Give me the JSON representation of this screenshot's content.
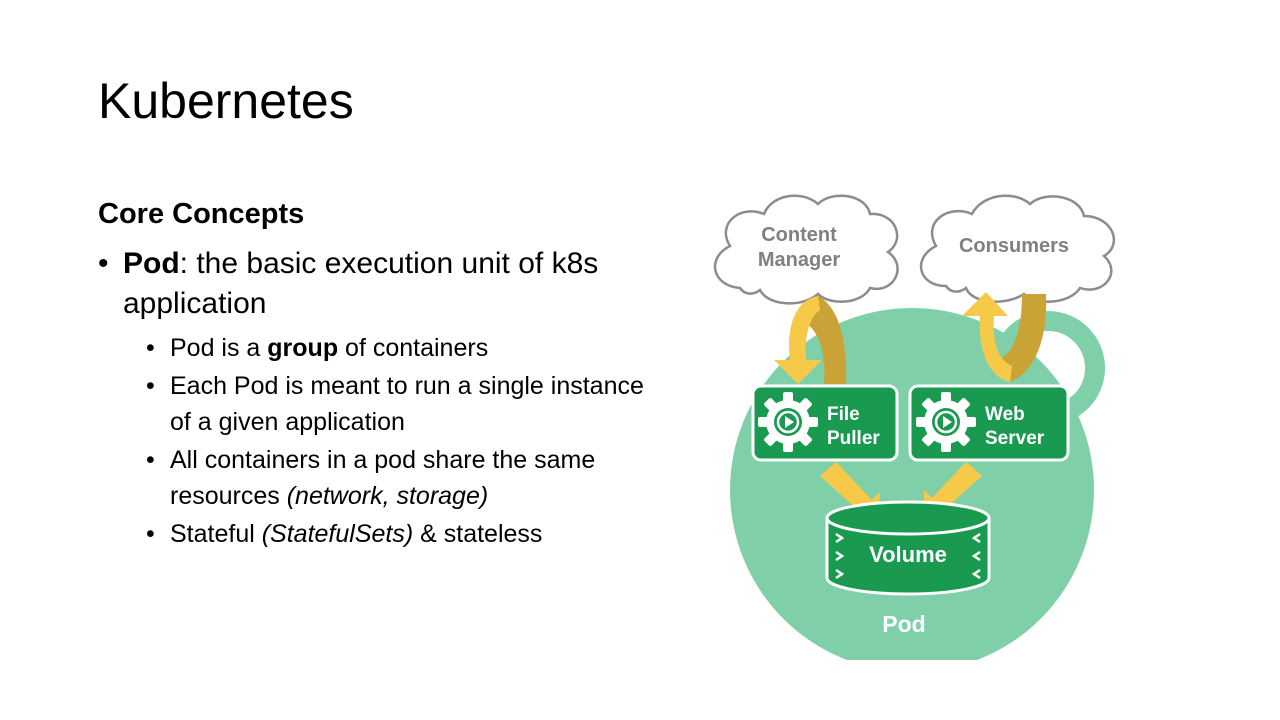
{
  "slide": {
    "title": "Kubernetes",
    "subtitle": "Core Concepts",
    "bullet": {
      "term": "Pod",
      "text": ": the basic execution unit of k8s application",
      "sub_items": [
        {
          "pre": "Pod is a ",
          "bold": "group",
          "post": " of containers"
        },
        {
          "text": "Each Pod is meant to run a single instance of a given application"
        },
        {
          "pre": "All containers in a pod share the same resources ",
          "italic": "(network, storage)"
        },
        {
          "pre": "Stateful ",
          "italic": "(StatefulSets)",
          "post": " & stateless"
        }
      ]
    }
  },
  "diagram": {
    "cloud_left_line1": "Content",
    "cloud_left_line2": "Manager",
    "cloud_right": "Consumers",
    "box_left_line1": "File",
    "box_left_line2": "Puller",
    "box_right_line1": "Web",
    "box_right_line2": "Server",
    "volume": "Volume",
    "pod": "Pod",
    "colors": {
      "pod_fill": "#7fd0a8",
      "box_fill": "#1a9a50",
      "arrow_yellow": "#f7c948",
      "arrow_gold": "#c9a336",
      "cloud_text": "#808080"
    },
    "icons": [
      "gear-play-icon",
      "gear-play-icon",
      "cloud-shape",
      "cylinder-shape"
    ]
  }
}
